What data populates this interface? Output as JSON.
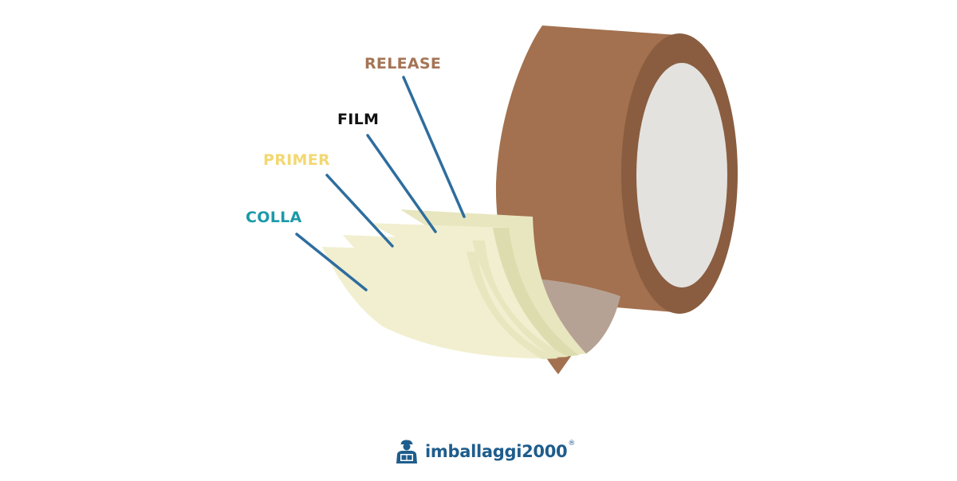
{
  "layers": [
    {
      "id": "release",
      "label": "RELEASE",
      "color": "#a57455"
    },
    {
      "id": "film",
      "label": "FILM",
      "color": "#111111"
    },
    {
      "id": "primer",
      "label": "PRIMER",
      "color": "#f2d873"
    },
    {
      "id": "colla",
      "label": "COLLA",
      "color": "#1b9aa8"
    }
  ],
  "colors": {
    "leader_line": "#2e6d9e",
    "tape_outer": "#a3714f",
    "tape_side": "#8a5d40",
    "tape_core": "#e3e2df",
    "tape_shadow": "#b6a294",
    "layer_pale": "#f1efcf",
    "layer_mid": "#e8e6bf",
    "layer_dark": "#dddcae",
    "logo_blue": "#1e5d8c"
  },
  "brand": {
    "name": "imballaggi2000",
    "registered": "®",
    "mark": "worker-carrying-box-icon"
  }
}
